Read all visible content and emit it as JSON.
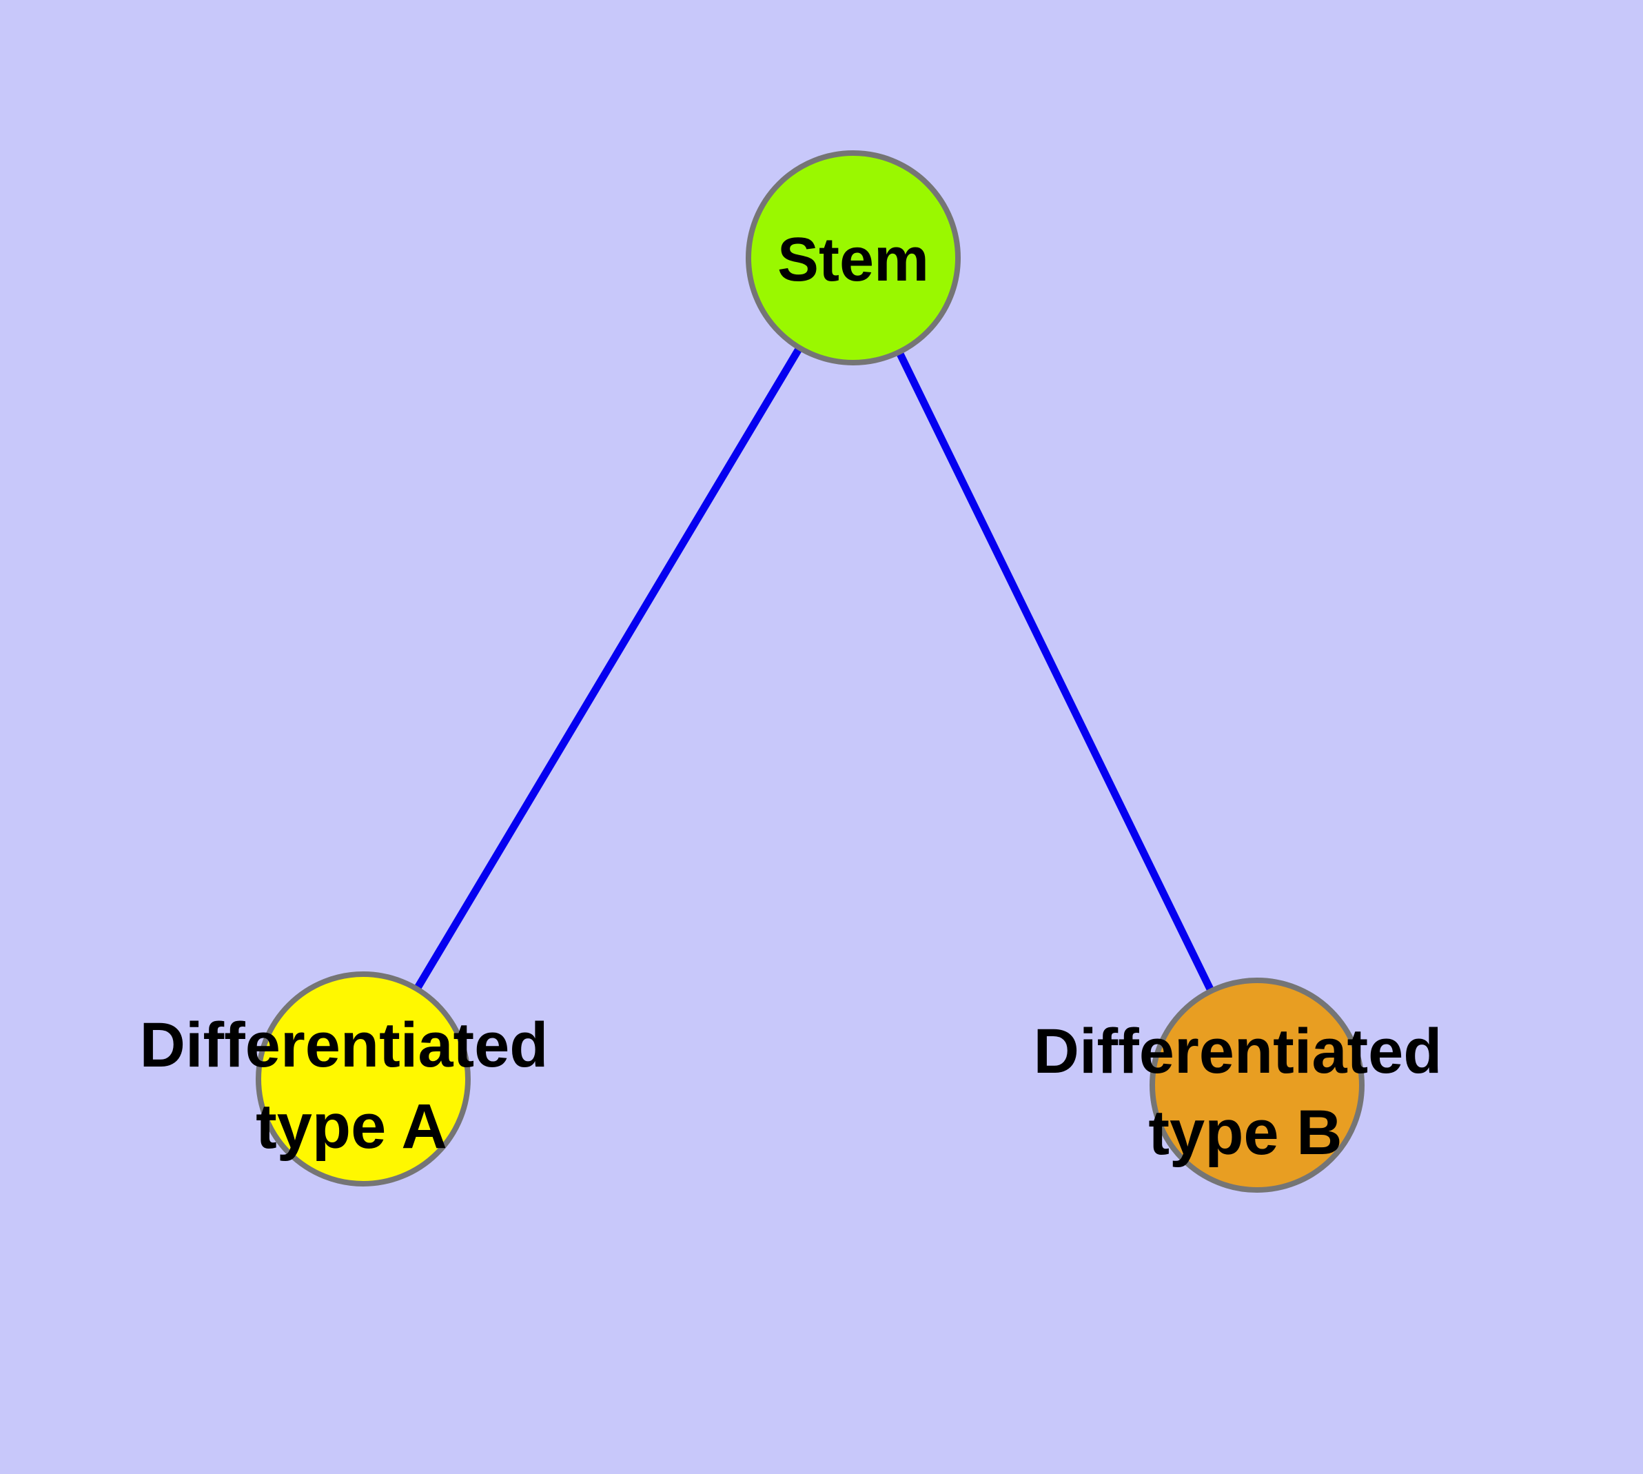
{
  "diagram": {
    "background_color": "#C8C8FA",
    "edge_color": "#0500F0",
    "node_border_color": "#757575",
    "label_color": "#000000",
    "nodes": [
      {
        "id": "stem",
        "label": "Stem",
        "fill_color": "#9AF800"
      },
      {
        "id": "differentiated-type-a",
        "label_line1": "Differentiated",
        "label_line2": "type A",
        "fill_color": "#FFF800"
      },
      {
        "id": "differentiated-type-b",
        "label_line1": "Differentiated",
        "label_line2": "type B",
        "fill_color": "#E89E22"
      }
    ],
    "edges": [
      {
        "from": "Stem",
        "to": "Differentiated type A"
      },
      {
        "from": "Stem",
        "to": "Differentiated type B"
      }
    ]
  }
}
